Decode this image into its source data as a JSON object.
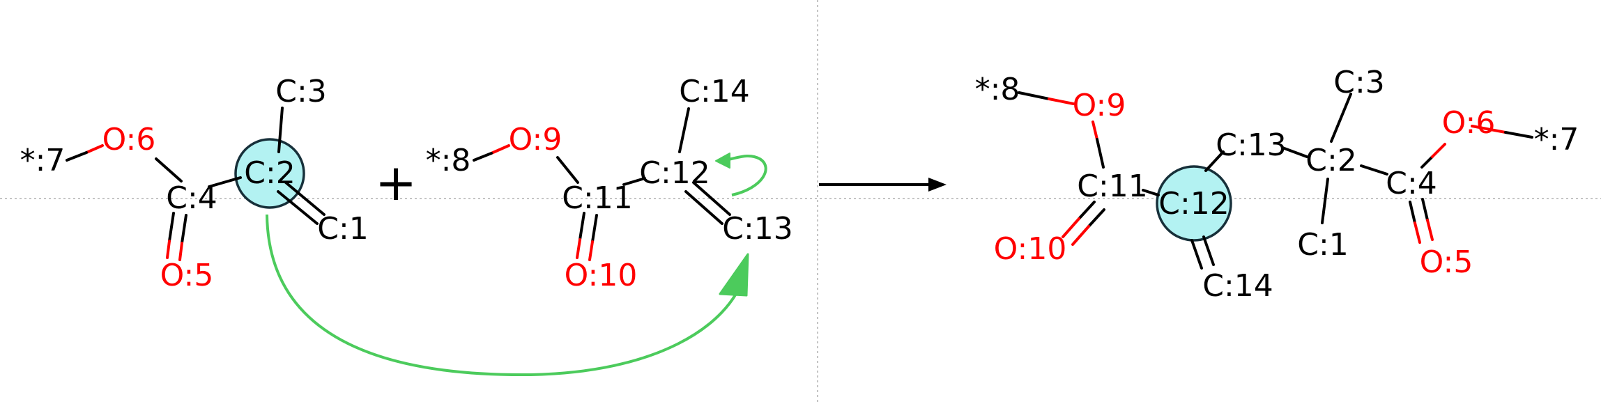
{
  "colors": {
    "atom_text": "#000000",
    "oxygen_text": "#ff0000",
    "bond": "#000000",
    "highlight_fill": "#b3f2f2",
    "highlight_stroke": "#17303a",
    "mechanism_arrow": "#4ccb5c",
    "guide_line": "#b0b0b0"
  },
  "operators": {
    "plus": "+"
  },
  "reactant1": {
    "atoms": {
      "c3": "C:3",
      "o6": "O:6",
      "star7": "*:7",
      "c2": "C:2",
      "c4": "C:4",
      "c1": "C:1",
      "o5": "O:5"
    }
  },
  "reactant2": {
    "atoms": {
      "c14": "C:14",
      "star8": "*:8",
      "o9": "O:9",
      "c12": "C:12",
      "c11": "C:11",
      "c13": "C:13",
      "o10": "O:10"
    }
  },
  "product": {
    "atoms": {
      "star8": "*:8",
      "c3": "C:3",
      "o9": "O:9",
      "o6": "O:6",
      "star7": "*:7",
      "c13": "C:13",
      "c2": "C:2",
      "c11": "C:11",
      "c4": "C:4",
      "c12": "C:12",
      "c1": "C:1",
      "o10": "O:10",
      "o5": "O:5",
      "c14": "C:14"
    }
  }
}
